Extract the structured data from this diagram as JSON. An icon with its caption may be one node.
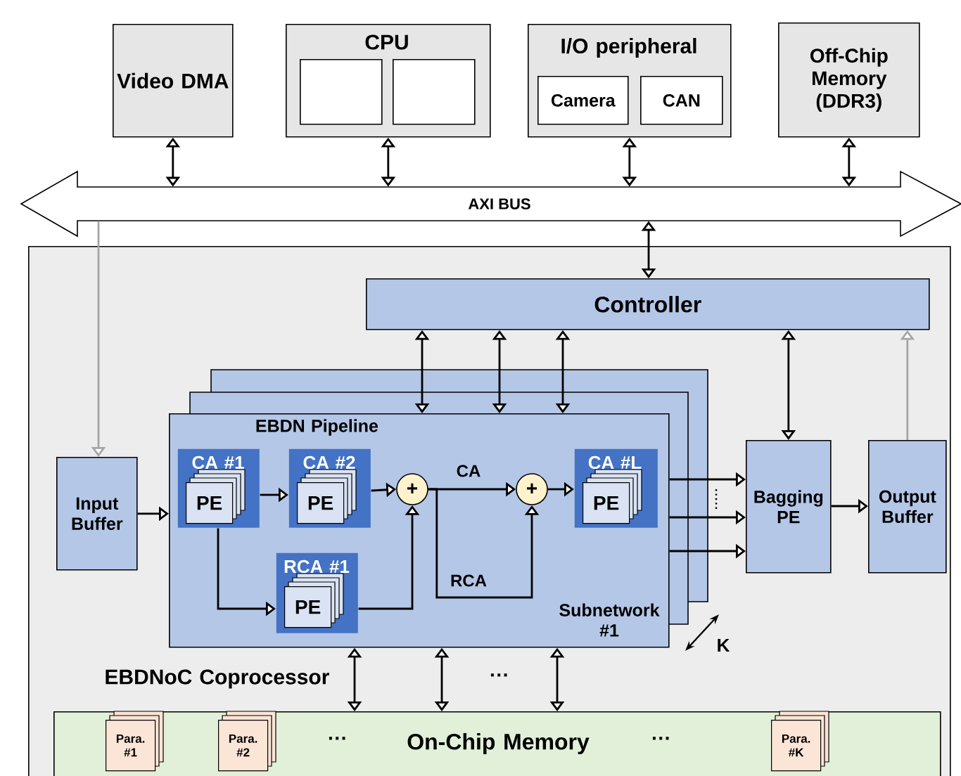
{
  "diagram": {
    "nodes": [
      {
        "text": [
          "Video DMA"
        ]
      },
      {
        "text": [
          "CPU"
        ]
      },
      {
        "text": [],
        "shape": "box",
        "in": 1
      },
      {
        "text": [],
        "shape": "box",
        "in": 1
      },
      {
        "text": [
          "I/O peripheral"
        ]
      },
      {
        "text": [
          "Camera"
        ],
        "in": 4
      },
      {
        "text": [
          "CAN"
        ],
        "in": 4
      },
      {
        "text": [
          "Off-Chip Memory (DDR3)"
        ]
      },
      {
        "text": [
          "AXI BUS"
        ]
      },
      {
        "text": [
          "EBDNoC Coprocessor"
        ]
      },
      {
        "text": [
          "Controller"
        ],
        "in": 9
      },
      {
        "text": [
          "Input Buffer"
        ],
        "in": 9
      },
      {
        "text": [
          "EBDN Pipeline",
          "Subnetwork #1"
        ],
        "in": 9
      },
      {
        "text": [
          "CA #1"
        ],
        "in": 12
      },
      {
        "text": [
          "PE"
        ],
        "in": 13
      },
      {
        "text": [
          "CA #2"
        ],
        "in": 12
      },
      {
        "text": [
          "PE"
        ],
        "in": 15
      },
      {
        "text": [
          "+"
        ],
        "in": 12
      },
      {
        "text": [
          "RCA #1"
        ],
        "in": 12
      },
      {
        "text": [
          "PE"
        ],
        "in": 18
      },
      {
        "text": [
          "+"
        ],
        "in": 12
      },
      {
        "text": [
          "CA #L"
        ],
        "in": 12
      },
      {
        "text": [
          "PE"
        ],
        "in": 21
      },
      {
        "text": [
          "Bagging PE"
        ],
        "in": 9
      },
      {
        "text": [
          "Output Buffer"
        ],
        "in": 9
      },
      {
        "text": [
          "On-Chip Memory"
        ],
        "in": 9
      },
      {
        "text": [
          "Para. #1"
        ],
        "in": 25
      },
      {
        "text": [
          "Para. #2"
        ],
        "in": 25
      },
      {
        "text": [
          "Para. #K"
        ],
        "in": 25
      }
    ],
    "edges": [
      {
        "from": 8,
        "to": 0,
        "arrow": "both"
      },
      {
        "from": 8,
        "to": 1,
        "arrow": "both"
      },
      {
        "from": 8,
        "to": 4,
        "arrow": "both"
      },
      {
        "from": 8,
        "to": 7,
        "arrow": "both"
      },
      {
        "from": 8,
        "to": 10,
        "arrow": "both"
      },
      {
        "from": 8,
        "to": 11,
        "arrow": "to",
        "color": "#a6a6a6"
      },
      {
        "from": 10,
        "to": 12,
        "arrow": "both"
      },
      {
        "from": 10,
        "to": 12,
        "arrow": "both"
      },
      {
        "from": 10,
        "to": 12,
        "arrow": "both"
      },
      {
        "from": 10,
        "to": 23,
        "arrow": "both"
      },
      {
        "from": 24,
        "to": 10,
        "arrow": "to",
        "color": "#a6a6a6"
      },
      {
        "from": 11,
        "to": 12,
        "arrow": "to"
      },
      {
        "from": 13,
        "to": 15,
        "arrow": "to"
      },
      {
        "from": 15,
        "to": 17,
        "arrow": "to"
      },
      {
        "from": 13,
        "to": 18,
        "arrow": "to"
      },
      {
        "from": 18,
        "to": 17,
        "arrow": "to"
      },
      {
        "from": 17,
        "to": 20,
        "arrow": "to",
        "label": "CA"
      },
      {
        "from": 17,
        "to": 20,
        "arrow": "to",
        "label": "RCA"
      },
      {
        "from": 20,
        "to": 21,
        "arrow": "to"
      },
      {
        "from": 12,
        "to": 23,
        "arrow": "to"
      },
      {
        "from": 12,
        "to": 23,
        "arrow": "to"
      },
      {
        "from": 12,
        "to": 23,
        "arrow": "to"
      },
      {
        "from": 23,
        "to": 24,
        "arrow": "to"
      },
      {
        "from": 12,
        "to": 25,
        "arrow": "both"
      },
      {
        "from": 12,
        "to": 25,
        "arrow": "both"
      },
      {
        "from": 12,
        "to": 25,
        "arrow": "both"
      }
    ],
    "labels": [
      "K",
      "···",
      "···",
      "···"
    ]
  }
}
